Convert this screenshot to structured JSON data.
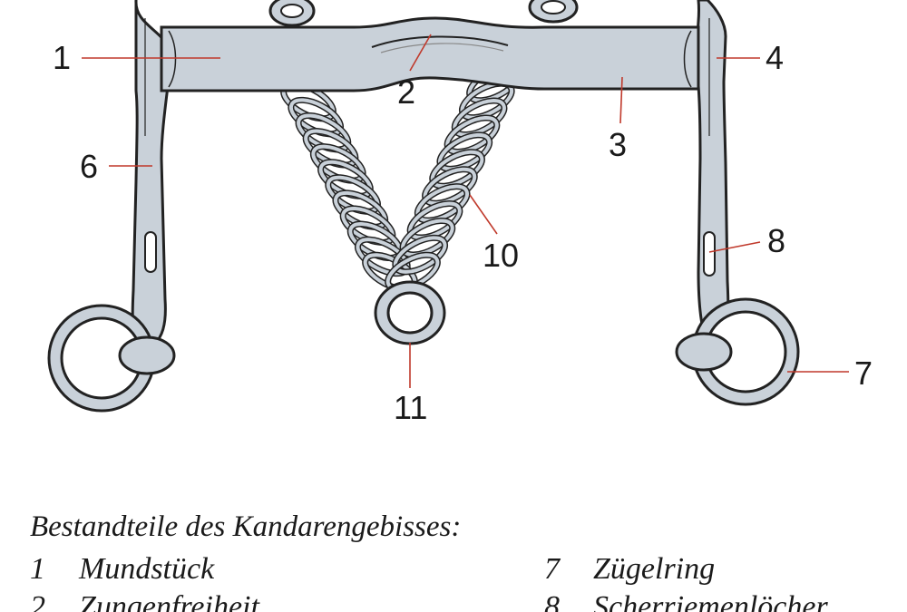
{
  "diagram": {
    "callouts": [
      {
        "id": "1",
        "label": "1"
      },
      {
        "id": "2",
        "label": "2"
      },
      {
        "id": "3",
        "label": "3"
      },
      {
        "id": "4",
        "label": "4"
      },
      {
        "id": "6",
        "label": "6"
      },
      {
        "id": "7",
        "label": "7"
      },
      {
        "id": "8",
        "label": "8"
      },
      {
        "id": "10",
        "label": "10"
      },
      {
        "id": "11",
        "label": "11"
      }
    ],
    "colors": {
      "metal_fill": "#c9d1d9",
      "outline": "#222222",
      "leader_line": "#c0392b"
    }
  },
  "legend": {
    "title": "Bestandteile des Kandarengebisses:",
    "items": [
      {
        "num": "1",
        "text": "Mundstück"
      },
      {
        "num": "2",
        "text": "Zungenfreiheit"
      },
      {
        "num": "7",
        "text": "Zügelring"
      },
      {
        "num": "8",
        "text": "Scherriemenlöcher"
      }
    ]
  }
}
